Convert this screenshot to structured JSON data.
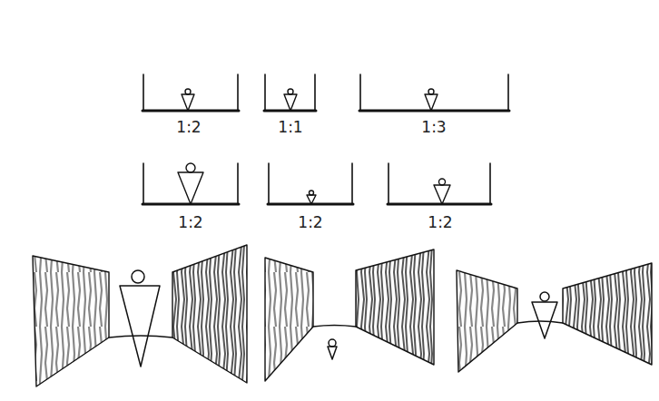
{
  "diagram": {
    "labels": [
      "1:2",
      "1:1",
      "1:3",
      "1:2",
      "1:2",
      "1:2"
    ]
  }
}
